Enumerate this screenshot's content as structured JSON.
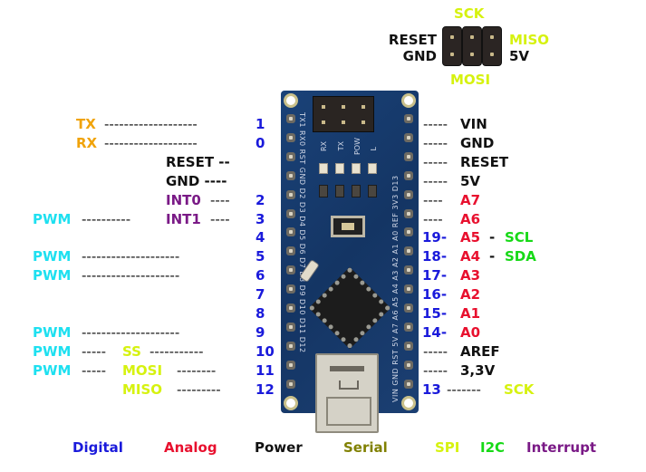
{
  "title": "Arduino Nano Pinout",
  "icsp": {
    "top": "SCK",
    "bottom": "MOSI",
    "left_top": "RESET",
    "left_bottom": "GND",
    "right_top": "MISO",
    "right_bottom": "5V"
  },
  "left_pins": [
    {
      "num": "1",
      "label": "TX",
      "dash": "-------------------",
      "type": "serial"
    },
    {
      "num": "0",
      "label": "RX",
      "dash": "-------------------",
      "type": "serial"
    },
    {
      "num": "",
      "label": "RESET --",
      "type": "power"
    },
    {
      "num": "",
      "label": "GND ----",
      "type": "power"
    },
    {
      "num": "2",
      "func": "INT0",
      "dash_after": "----",
      "type": "interrupt"
    },
    {
      "num": "3",
      "pwm": "PWM",
      "dash": "----------",
      "func": "INT1",
      "dash_after": "----",
      "type": "interrupt"
    },
    {
      "num": "4"
    },
    {
      "num": "5",
      "pwm": "PWM",
      "dash": "--------------------"
    },
    {
      "num": "6",
      "pwm": "PWM",
      "dash": "--------------------"
    },
    {
      "num": "7"
    },
    {
      "num": "8"
    },
    {
      "num": "9",
      "pwm": "PWM",
      "dash": "--------------------"
    },
    {
      "num": "10",
      "pwm": "PWM",
      "dash": "-----",
      "spi": "SS",
      "dash_after": "-----------"
    },
    {
      "num": "11",
      "pwm": "PWM",
      "dash": "-----",
      "spi": "MOSI",
      "dash_after": "--------"
    },
    {
      "num": "12",
      "spi": "MISO",
      "dash_after": "---------"
    }
  ],
  "right_pins": [
    {
      "prefix": "-----",
      "label": "VIN",
      "type": "power"
    },
    {
      "prefix": "-----",
      "label": "GND",
      "type": "power"
    },
    {
      "prefix": "-----",
      "label": "RESET",
      "type": "power"
    },
    {
      "prefix": "-----",
      "label": "5V",
      "type": "power"
    },
    {
      "prefix": "----",
      "label": "A7",
      "type": "analog"
    },
    {
      "prefix": "----",
      "label": "A6",
      "type": "analog"
    },
    {
      "num": "19-",
      "label": "A5",
      "sep": "-",
      "extra": "SCL",
      "extra_type": "i2c",
      "type": "analog"
    },
    {
      "num": "18-",
      "label": "A4",
      "sep": "-",
      "extra": "SDA",
      "extra_type": "i2c",
      "type": "analog"
    },
    {
      "num": "17-",
      "label": "A3",
      "type": "analog"
    },
    {
      "num": "16-",
      "label": "A2",
      "type": "analog"
    },
    {
      "num": "15-",
      "label": "A1",
      "type": "analog"
    },
    {
      "num": "14-",
      "label": "A0",
      "type": "analog"
    },
    {
      "prefix": "-----",
      "label": "AREF",
      "type": "power"
    },
    {
      "prefix": "-----",
      "label": "3,3V",
      "type": "power"
    },
    {
      "num": "13",
      "dash": "-------",
      "extra": "SCK",
      "extra_type": "spi"
    }
  ],
  "board": {
    "header_leds": [
      "RX",
      "TX",
      "POW",
      "L"
    ],
    "silk_left": "TX1 RX0 RST GND D2 D3 D4 D5 D6 D7 D8 D9 D10 D11 D12",
    "silk_right": "VIN GND RST 5V A7 A6 A5 A4 A3 A2 A1 A0 REF 3V3 D13"
  },
  "legend": [
    {
      "label": "Digital",
      "color": "#1a1adb"
    },
    {
      "label": "Analog",
      "color": "#e8102e"
    },
    {
      "label": "Power",
      "color": "#111111"
    },
    {
      "label": "Serial",
      "color": "#808000"
    },
    {
      "label": "SPI",
      "color": "#d6f20f"
    },
    {
      "label": "I2C",
      "color": "#16d916"
    },
    {
      "label": "Interrupt",
      "color": "#7a1a86"
    }
  ],
  "colors": {
    "digital": "#1a1adb",
    "analog": "#e8102e",
    "power": "#111111",
    "serial": "#f0a30a",
    "spi": "#d6f20f",
    "i2c": "#16d916",
    "interrupt": "#7a1a86",
    "pwm": "#1ee0f0",
    "board": "#173a6a"
  }
}
